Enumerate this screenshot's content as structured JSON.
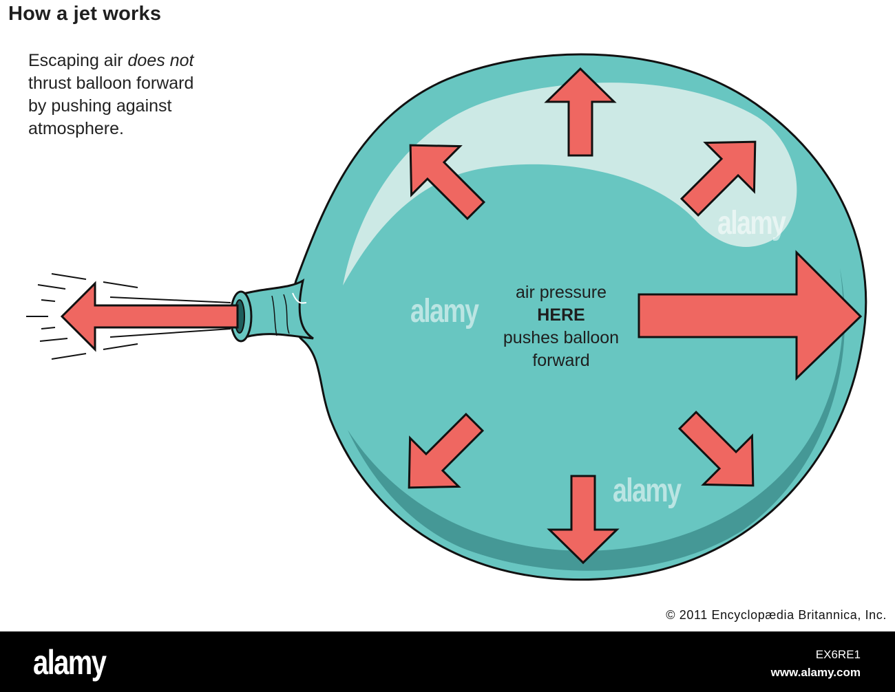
{
  "title": "How a jet works",
  "caption": {
    "line1_before": "Escaping air ",
    "line1_italic": "does not",
    "line2": "thrust balloon forward",
    "line3": "by pushing against",
    "line4": "atmosphere."
  },
  "center_label": {
    "line1": "air pressure",
    "line2": "HERE",
    "line3": "pushes balloon",
    "line4": "forward"
  },
  "copyright": "© 2011 Encyclopædia Britannica, Inc.",
  "footer": {
    "brand": "alamy",
    "image_code": "EX6RE1",
    "site": "www.alamy.com"
  },
  "watermark": "alamy",
  "colors": {
    "balloon": "#68c6c1",
    "balloon_shadow": "#3f8f8e",
    "highlight": "#d7ece9",
    "arrow": "#ef6761",
    "outline": "#111111"
  }
}
